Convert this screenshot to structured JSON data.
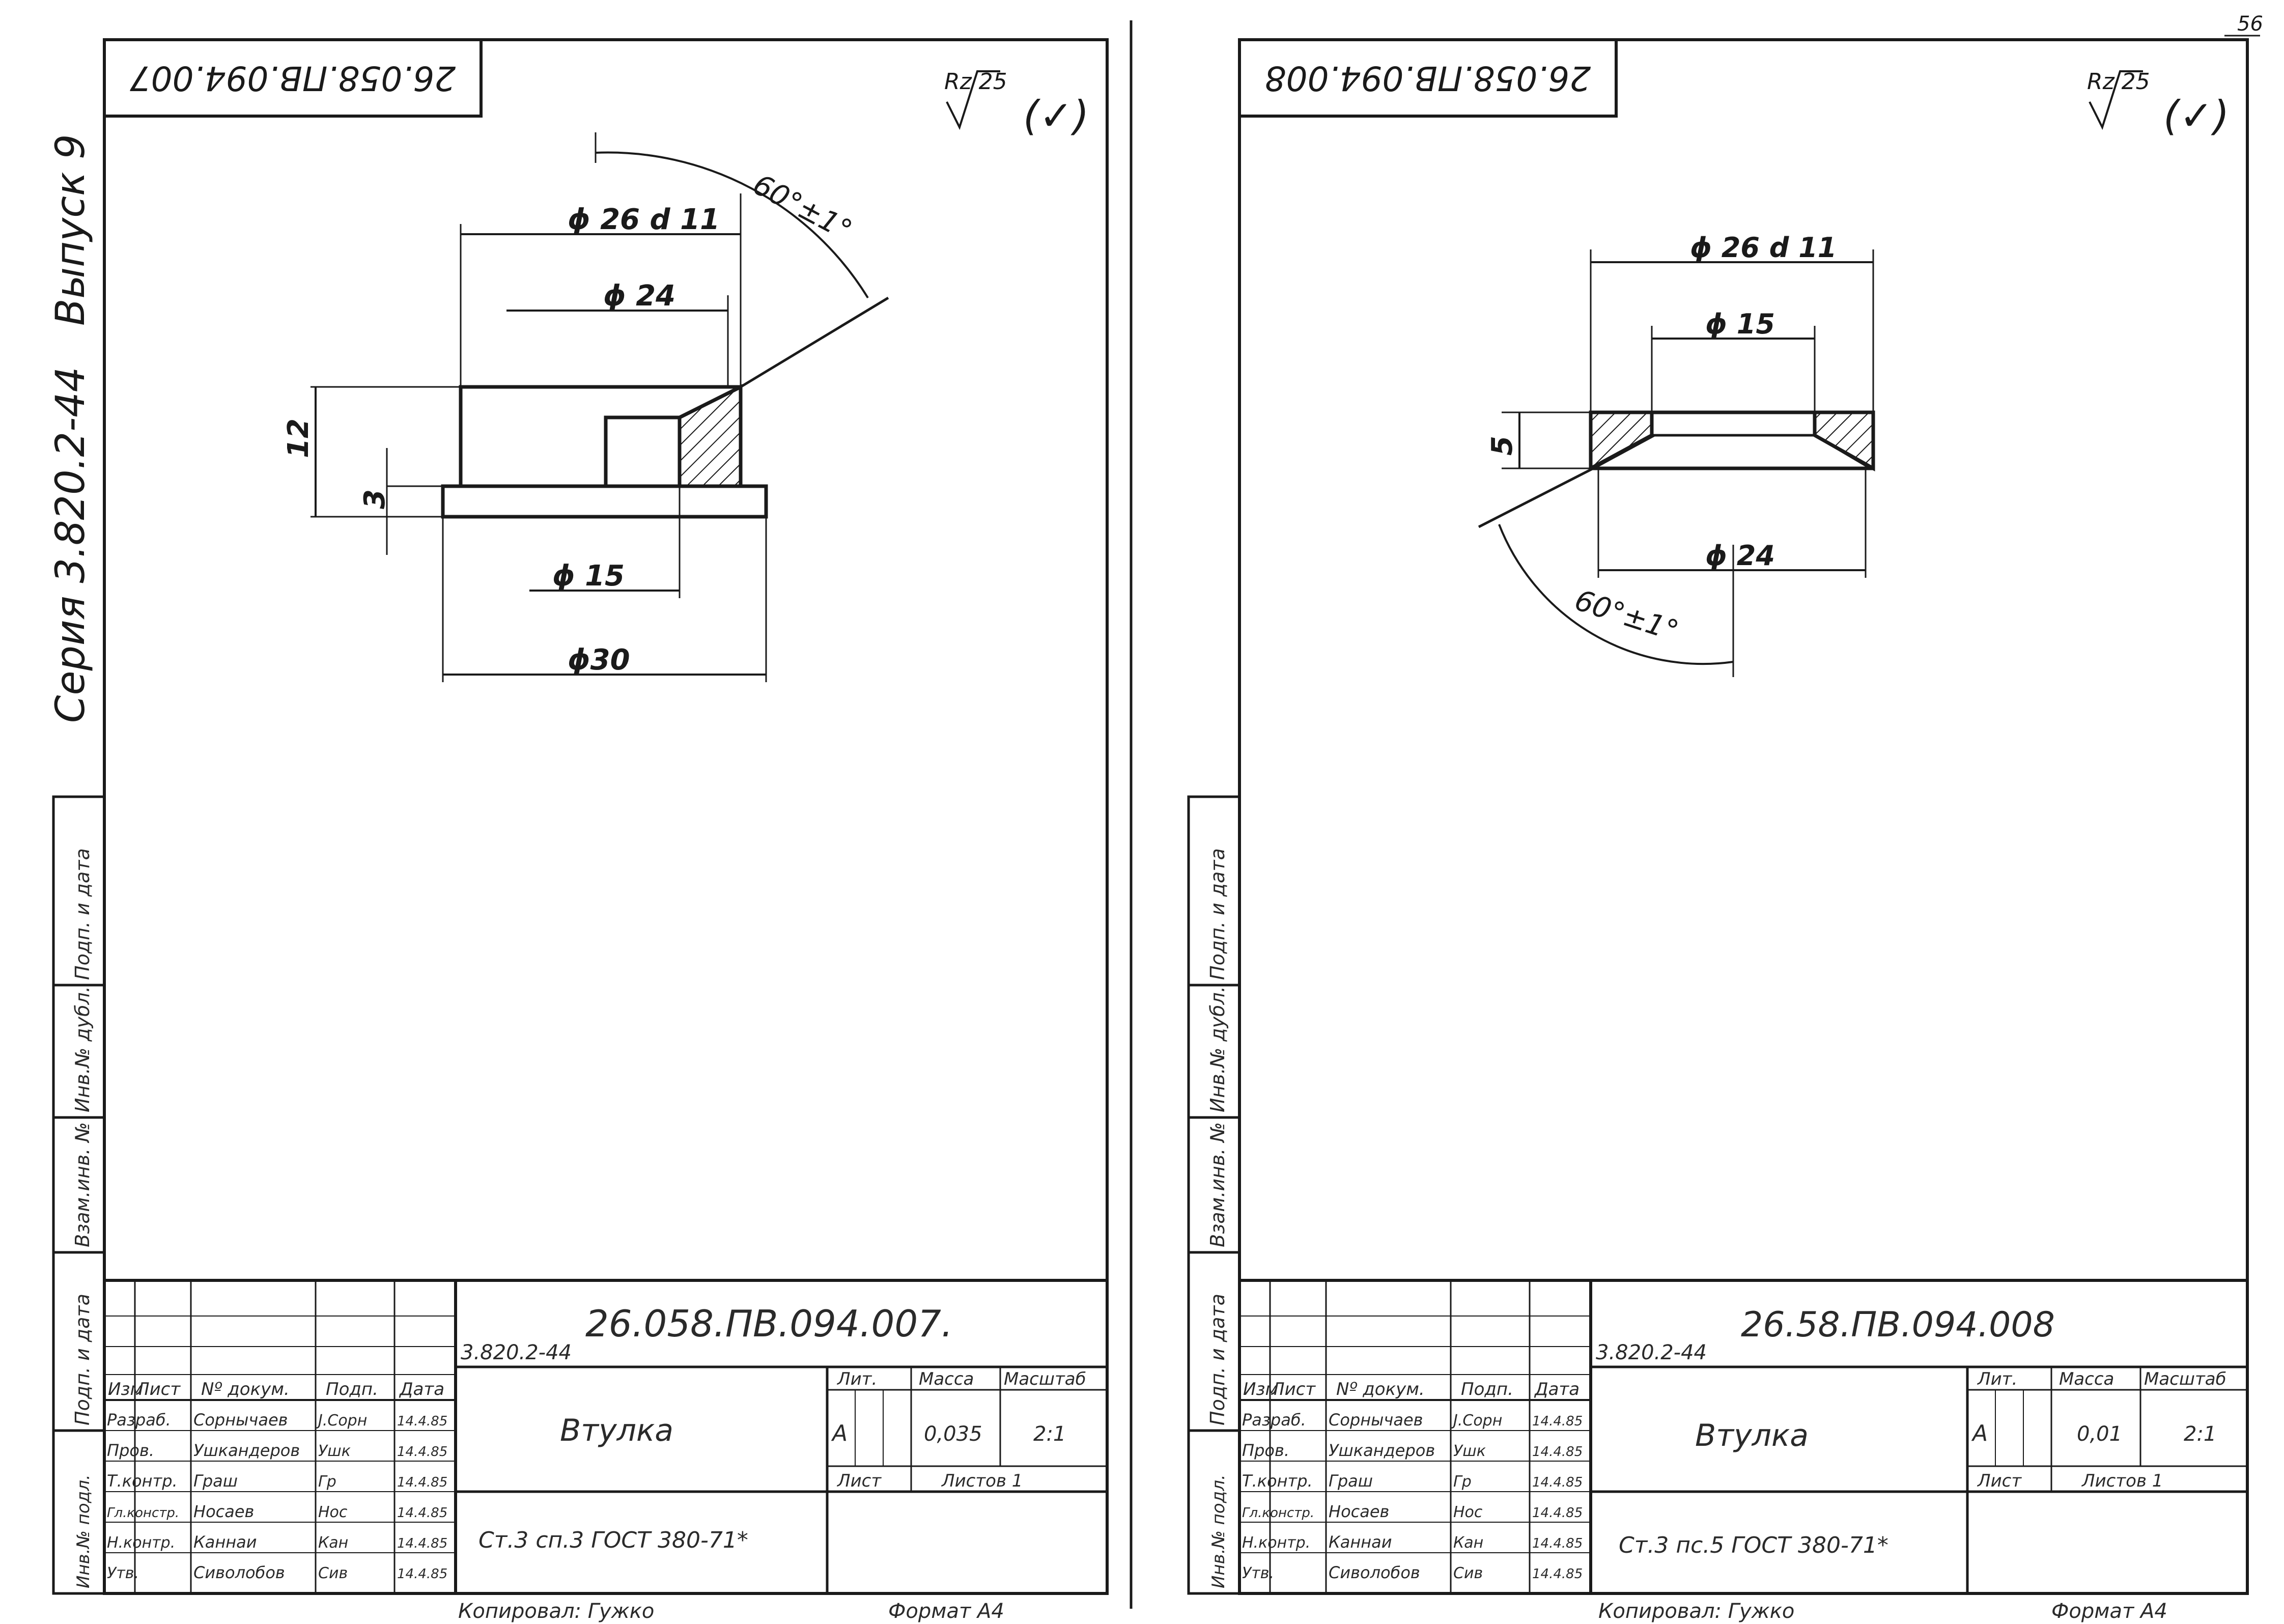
{
  "page_number": "56",
  "side_stamp": {
    "series": "Серия 3.820.2-44",
    "issue": "Выпуск 9",
    "cells": [
      "Взам.инв. №",
      "Инв.№ дубл.",
      "Подп. и дата",
      "Инв.№ подл.",
      "Подп. и дата"
    ]
  },
  "sheets": [
    {
      "top_code": "26.058.ПВ.094.007",
      "roughness_symbol": "Rz 25",
      "roughness_extra": "(✓)",
      "dimensions": {
        "outer_d": "ϕ 26 d 11",
        "mid_d": "ϕ 24",
        "inner_d": "ϕ 15",
        "flange_d": "ϕ30",
        "height": "12",
        "flange_h": "3",
        "angle": "60°±1°"
      },
      "title_block": {
        "series": "3.820.2-44",
        "doc_code": "26.058.ПВ.094.007.",
        "name": "Втулка",
        "headers": {
          "izm": "Изм",
          "list": "Лист",
          "doc_no": "Nº докум.",
          "sign": "Подп.",
          "date": "Дата"
        },
        "rows": [
          {
            "role": "Разраб.",
            "name": "Сорнычаев",
            "sign": "J.Сорн",
            "date": "14.4.85"
          },
          {
            "role": "Пров.",
            "name": "Ушкандеров",
            "sign": "Ушк",
            "date": "14.4.85"
          },
          {
            "role": "Т.контр.",
            "name": "Граш",
            "sign": "Гр",
            "date": "14.4.85"
          },
          {
            "role": "Гл.констр.",
            "name": "Носаев",
            "sign": "Нос",
            "date": "14.4.85"
          },
          {
            "role": "Н.контр.",
            "name": "Каннаи",
            "sign": "Кан",
            "date": "14.4.85"
          },
          {
            "role": "Утв.",
            "name": "Сиволобов",
            "sign": "Сив",
            "date": "14.4.85"
          }
        ],
        "lit_label": "Лит.",
        "mass_label": "Масса",
        "scale_label": "Масштаб",
        "lit_value": "А",
        "mass_value": "0,035",
        "scale_value": "2:1",
        "sheet_label": "Лист",
        "sheets_label": "Листов 1",
        "material": "Ст.3 сп.3  ГОСТ 380-71*"
      },
      "bottom": {
        "copied": "Копировал: Гужко",
        "format": "Формат А4"
      }
    },
    {
      "top_code": "26.058.ПВ.094.008",
      "roughness_symbol": "Rz 25",
      "roughness_extra": "(✓)",
      "dimensions": {
        "outer_d": "ϕ 26 d 11",
        "inner_d": "ϕ 15",
        "bottom_d": "ϕ 24",
        "height": "5",
        "angle": "60°±1°"
      },
      "title_block": {
        "series": "3.820.2-44",
        "doc_code": "26.58.ПВ.094.008",
        "name": "Втулка",
        "headers": {
          "izm": "Изм",
          "list": "Лист",
          "doc_no": "Nº докум.",
          "sign": "Подп.",
          "date": "Дата"
        },
        "rows": [
          {
            "role": "Разраб.",
            "name": "Сорнычаев",
            "sign": "J.Сорн",
            "date": "14.4.85"
          },
          {
            "role": "Пров.",
            "name": "Ушкандеров",
            "sign": "Ушк",
            "date": "14.4.85"
          },
          {
            "role": "Т.контр.",
            "name": "Граш",
            "sign": "Гр",
            "date": "14.4.85"
          },
          {
            "role": "Гл.констр.",
            "name": "Носаев",
            "sign": "Нос",
            "date": "14.4.85"
          },
          {
            "role": "Н.контр.",
            "name": "Каннаи",
            "sign": "Кан",
            "date": "14.4.85"
          },
          {
            "role": "Утв.",
            "name": "Сиволобов",
            "sign": "Сив",
            "date": "14.4.85"
          }
        ],
        "lit_label": "Лит.",
        "mass_label": "Масса",
        "scale_label": "Масштаб",
        "lit_value": "А",
        "mass_value": "0,01",
        "scale_value": "2:1",
        "sheet_label": "Лист",
        "sheets_label": "Листов 1",
        "material": "Ст.3 пс.5  ГОСТ 380-71*"
      },
      "bottom": {
        "copied": "Копировал: Гужко",
        "format": "Формат А4"
      }
    }
  ]
}
